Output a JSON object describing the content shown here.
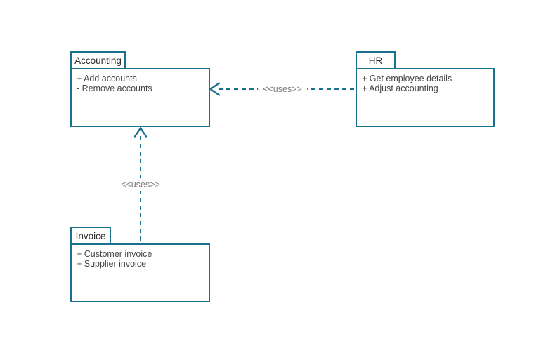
{
  "colors": {
    "stroke": "#17718f",
    "text": "#454545",
    "title": "#2d2d2d",
    "label": "#7a7a7a",
    "background": "#ffffff"
  },
  "packages": [
    {
      "title": "Accounting",
      "members": [
        "+ Add accounts",
        "- Remove accounts"
      ]
    },
    {
      "title": "HR",
      "members": [
        "+ Get employee details",
        "+ Adjust accounting"
      ]
    },
    {
      "title": "Invoice",
      "members": [
        "+ Customer invoice",
        "+ Supplier invoice"
      ]
    }
  ],
  "connectors": [
    {
      "from": "HR",
      "to": "Accounting",
      "label": "<<uses>>",
      "style": "dashed-open-arrow"
    },
    {
      "from": "Invoice",
      "to": "Accounting",
      "label": "<<uses>>",
      "style": "dashed-open-arrow"
    }
  ]
}
